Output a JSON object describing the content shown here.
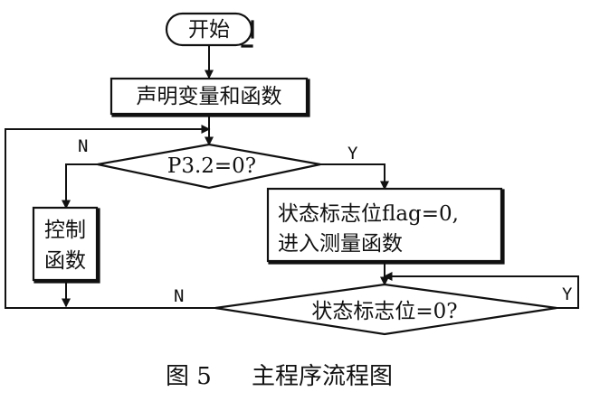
{
  "nodes": {
    "start": "开始",
    "declare": "声明变量和函数",
    "decision_p32": "P3.2=0?",
    "control_function_line1": "控制",
    "control_function_line2": "函数",
    "measure_line1": "状态标志位flag=0,",
    "measure_line2": "进入测量函数",
    "decision_flag": "状态标志位=0?"
  },
  "branches": {
    "p32_no": "N",
    "p32_yes": "Y",
    "flag_no": "N",
    "flag_yes": "Y"
  },
  "caption": {
    "figure_label": "图 5",
    "title": "主程序流程图"
  },
  "colors": {
    "stroke": "#111111",
    "background": "#ffffff"
  }
}
